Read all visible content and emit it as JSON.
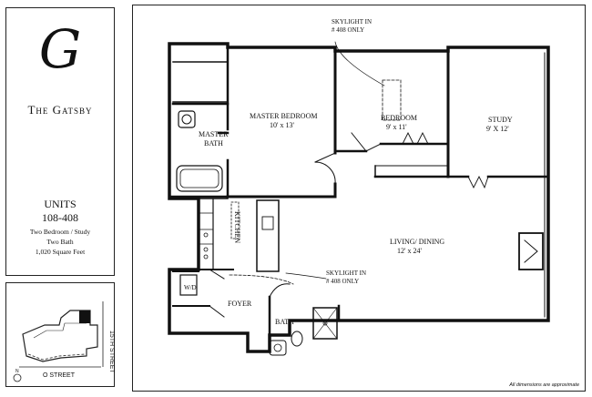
{
  "brand": {
    "monogram": "G",
    "name": "The Gatsby"
  },
  "units": {
    "title": "UNITS",
    "range": "108-408",
    "details": [
      "Two Bedroom / Study",
      "Two Bath",
      "1,020 Square Feet"
    ]
  },
  "locator": {
    "street_bottom": "O STREET",
    "street_right": "15TH STREET",
    "compass": "N"
  },
  "plan": {
    "skylight_top_line1": "SKYLIGHT IN",
    "skylight_top_line2": "# 408 ONLY",
    "skylight_mid_line1": "SKYLIGHT IN",
    "skylight_mid_line2": "# 408 ONLY",
    "master_bedroom_name": "MASTER BEDROOM",
    "master_bedroom_size": "10' x 13'",
    "bedroom_name": "BEDROOM",
    "bedroom_size": "9' x 11'",
    "study_name": "STUDY",
    "study_size": "9' X 12'",
    "master_bath_line1": "MASTER",
    "master_bath_line2": "BATH",
    "kitchen": "KITCHEN",
    "living_name": "LIVING/ DINING",
    "living_size": "12' x 24'",
    "wd": "W/D",
    "foyer": "FOYER",
    "bath": "BATH",
    "footnote": "All dimensions are approximate"
  }
}
